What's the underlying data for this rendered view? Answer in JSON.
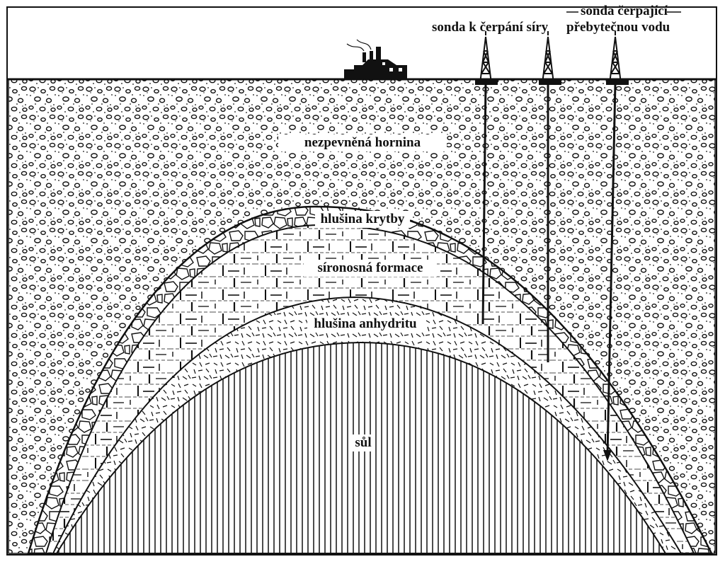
{
  "labels": {
    "unconsolidated_rock": "nezpevněná hornina",
    "cap_rock": "hlušina krytby",
    "sulfur_formation": "síronosná formace",
    "anhydrite_cap": "hlušina anhydritu",
    "salt": "sůl",
    "sulfur_well": "sonda k čerpání síry",
    "water_well_line1": "sonda čerpající",
    "water_well_line2": "přebytečnou vodu"
  },
  "colors": {
    "ink": "#111111",
    "paper": "#ffffff"
  }
}
